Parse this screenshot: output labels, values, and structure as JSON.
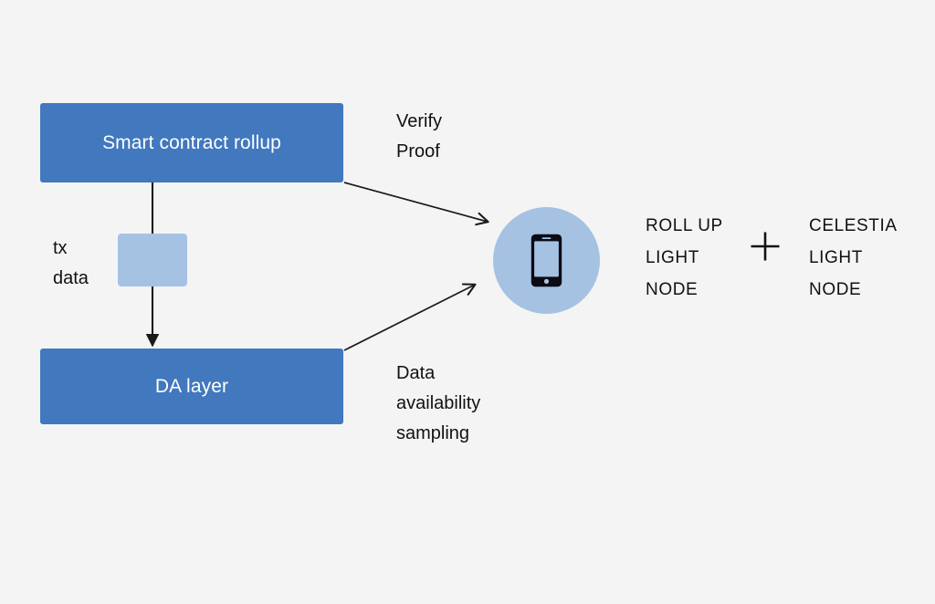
{
  "diagram": {
    "background_color": "#f4f4f4",
    "accent_blue": "#4178be",
    "light_blue": "#a5c2e3",
    "stroke_color": "#1a1a1a",
    "nodes": {
      "rollup_box": {
        "label": "Smart contract rollup",
        "fill": "#4178be",
        "text_color": "#ffffff"
      },
      "da_box": {
        "label": "DA layer",
        "fill": "#4178be",
        "text_color": "#ffffff"
      },
      "tx_data_block": {
        "fill": "#a5c2e3",
        "label": ""
      },
      "light_node_circle": {
        "fill": "#a5c2e3",
        "icon": "smartphone-icon"
      }
    },
    "labels": {
      "tx_data_line1": "tx",
      "tx_data_line2": "data",
      "verify_line1": "Verify",
      "verify_line2": "Proof",
      "das_line1": "Data",
      "das_line2": "availability",
      "das_line3": "sampling"
    },
    "captions": {
      "rollup_node_line1": "ROLL UP",
      "rollup_node_line2": "LIGHT",
      "rollup_node_line3": "NODE",
      "operator": "+",
      "celestia_node_line1": "CELESTIA",
      "celestia_node_line2": "LIGHT",
      "celestia_node_line3": "NODE"
    },
    "edges": [
      {
        "name": "rollup-to-da",
        "from": "rollup_box",
        "to": "da_box",
        "style": "arrow-down"
      },
      {
        "name": "rollup-to-light-node",
        "from": "rollup_box",
        "to": "light_node_circle",
        "style": "arrow"
      },
      {
        "name": "da-to-light-node",
        "from": "da_box",
        "to": "light_node_circle",
        "style": "arrow"
      }
    ]
  }
}
